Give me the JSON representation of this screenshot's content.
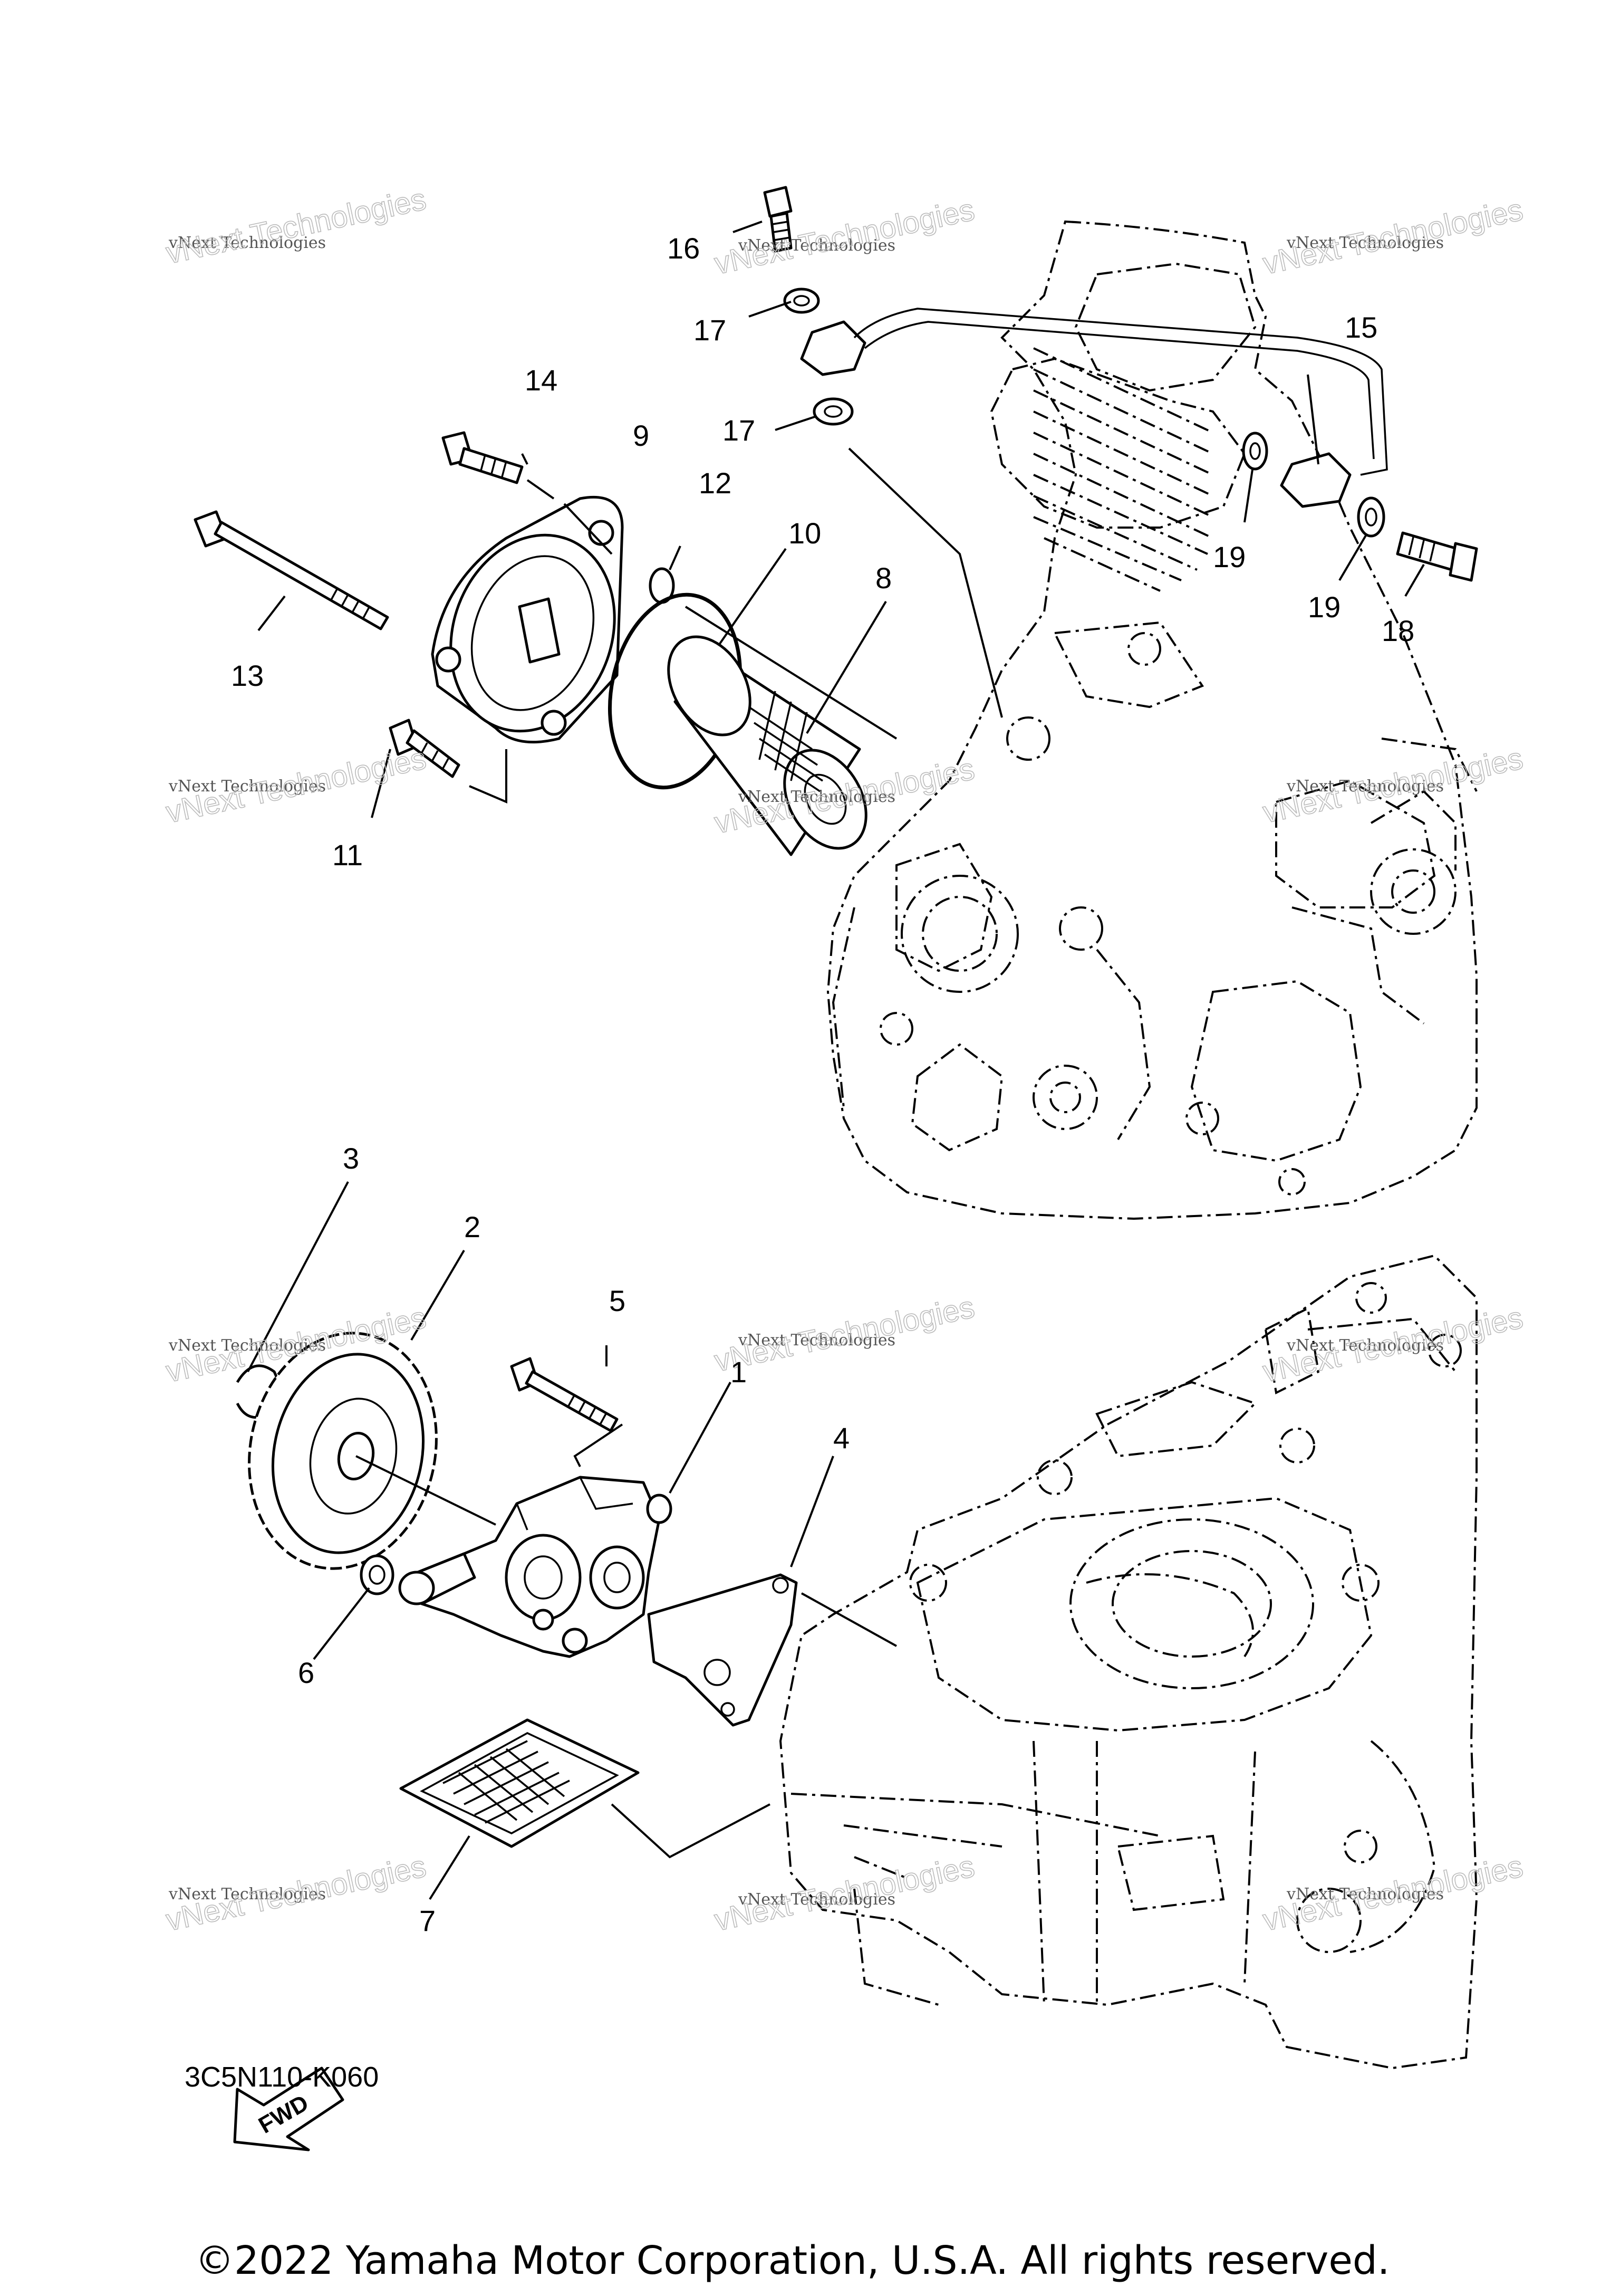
{
  "callouts": {
    "1": "1",
    "2": "2",
    "3": "3",
    "4": "4",
    "5": "5",
    "6": "6",
    "7": "7",
    "8": "8",
    "9": "9",
    "10": "10",
    "11": "11",
    "12": "12",
    "13": "13",
    "14": "14",
    "15": "15",
    "16": "16",
    "17a": "17",
    "17b": "17",
    "18": "18",
    "19a": "19",
    "19b": "19"
  },
  "watermark": {
    "line1": "vNext Technologies",
    "stamp": "vNext Technologies"
  },
  "fwd_label": "FWD",
  "diagram_code": "3C5N110-K060",
  "copyright": "©2022 Yamaha Motor Corporation, U.S.A. All rights reserved."
}
